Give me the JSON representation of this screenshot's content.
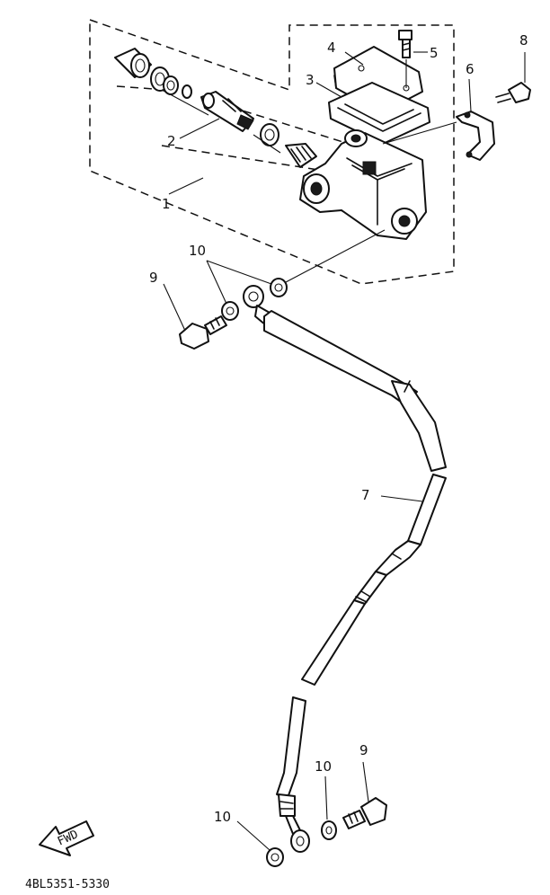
{
  "diagram": {
    "callouts": {
      "c1": "1",
      "c2": "2",
      "c3": "3",
      "c4": "4",
      "c5": "5",
      "c6": "6",
      "c7": "7",
      "c8": "8",
      "c9_top": "9",
      "c10_top": "10",
      "c9_bottom": "9",
      "c10_bottom_right": "10",
      "c10_bottom_left": "10"
    },
    "fwd_label": "FWD",
    "drawing_number": "4BL5351-5330"
  }
}
